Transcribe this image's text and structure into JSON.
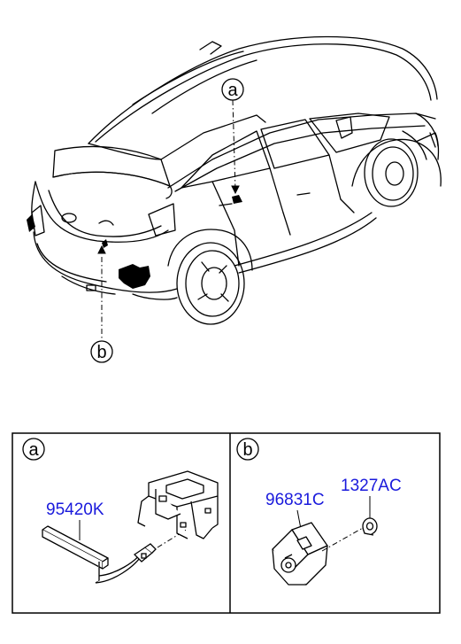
{
  "callouts": {
    "a": "a",
    "b": "b"
  },
  "panels": {
    "a": {
      "letter": "a",
      "part_number": "95420K"
    },
    "b": {
      "letter": "b",
      "part_numbers": [
        "96831C",
        "1327AC"
      ]
    }
  },
  "colors": {
    "line": "#000000",
    "part_number_text": "#1a1adc",
    "background": "#ffffff"
  }
}
